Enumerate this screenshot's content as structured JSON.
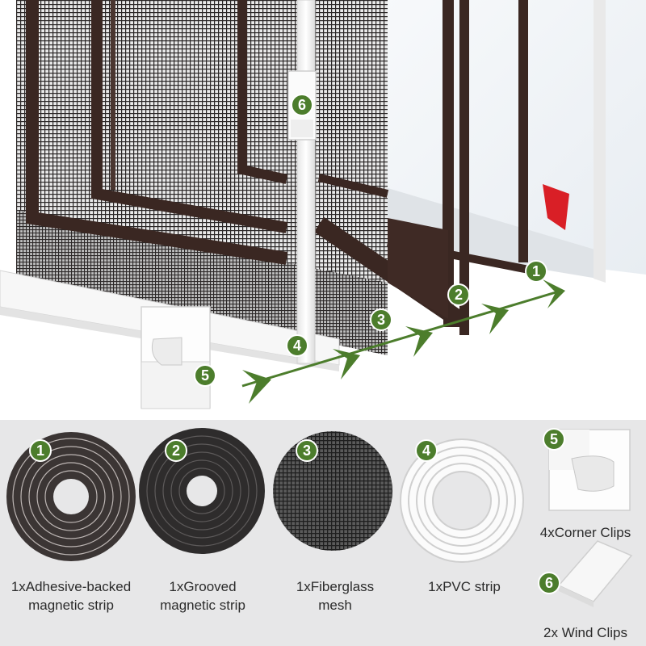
{
  "colors": {
    "badge_green": "#4c7d2c",
    "frame_brown": "#3a2722",
    "mesh_dark": "#2d2a2a",
    "strip_white": "#f4f4f4",
    "panel_gray": "#e7e7e8",
    "tape_red": "#d91f26"
  },
  "scene": {
    "badges": [
      "1",
      "2",
      "3",
      "4",
      "5",
      "6"
    ]
  },
  "components": [
    {
      "number": "1",
      "line1": "1xAdhesive-backed",
      "line2": "magnetic strip",
      "icon": "adhesive-magnetic-strip-coil"
    },
    {
      "number": "2",
      "line1": "1xGrooved",
      "line2": "magnetic strip",
      "icon": "grooved-magnetic-strip-coil"
    },
    {
      "number": "3",
      "line1": "1xFiberglass",
      "line2": "mesh",
      "icon": "fiberglass-mesh-disc"
    },
    {
      "number": "4",
      "line1": "1xPVC strip",
      "line2": "",
      "icon": "pvc-strip-coil"
    },
    {
      "number": "5",
      "line1": "4xCorner Clips",
      "line2": "",
      "icon": "corner-clip"
    },
    {
      "number": "6",
      "line1": "2x Wind Clips",
      "line2": "",
      "icon": "wind-clip"
    }
  ]
}
